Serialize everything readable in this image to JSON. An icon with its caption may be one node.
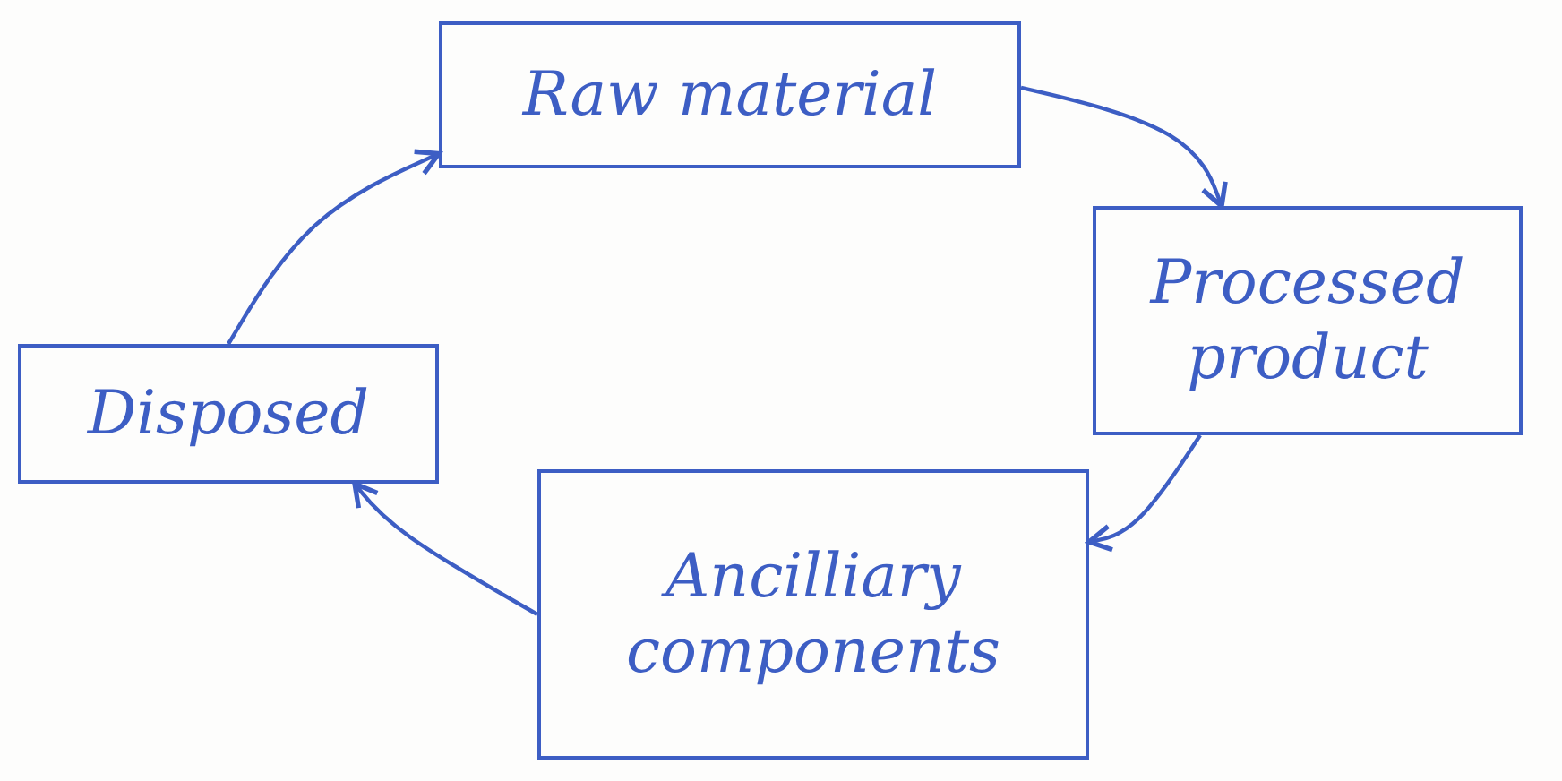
{
  "diagram": {
    "nodes": [
      {
        "text": [
          "Raw material"
        ]
      },
      {
        "text": [
          "Processed product"
        ]
      },
      {
        "text": [
          "Ancilliary components"
        ]
      },
      {
        "text": [
          "Disposed"
        ]
      }
    ],
    "edges": [
      {
        "from": 0,
        "to": 1,
        "arrow": "to"
      },
      {
        "from": 1,
        "to": 2,
        "arrow": "to"
      },
      {
        "from": 2,
        "to": 3,
        "arrow": "to"
      },
      {
        "from": 3,
        "to": 0,
        "arrow": "to"
      }
    ]
  }
}
